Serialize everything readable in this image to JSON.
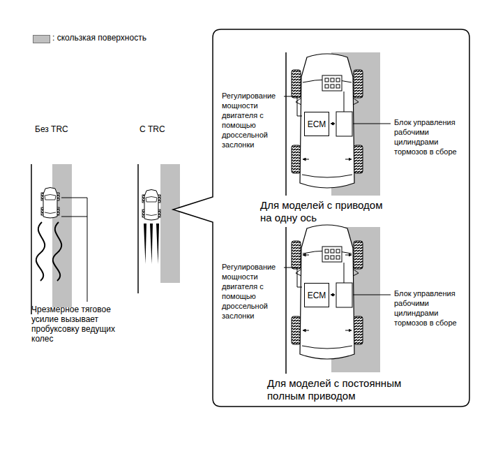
{
  "diagram": {
    "nodes": [
      {
        "text": [
          "ECM"
        ]
      },
      {
        "text": [
          "ECM"
        ]
      }
    ],
    "labels": [
      "Без TRC",
      "С TRC",
      "Чрезмерное тяговое усилие вызывает пробуксовку ведущих колес",
      "Регулирование мощности двигателя с помощью дроссельной заслонки",
      "Блок управления рабочими цилиндрами тормозов в сборе",
      "Для моделей с приводом на одну ось",
      "Регулирование мощности двигателя с помощью дроссельной заслонки",
      "Блок управления рабочими цилиндрами тормозов в сборе",
      "Для моделей с постоянным полным приводом"
    ],
    "legend": [
      {
        "text": ": скользкая поверхность",
        "color": "#c0c0c0"
      }
    ]
  }
}
